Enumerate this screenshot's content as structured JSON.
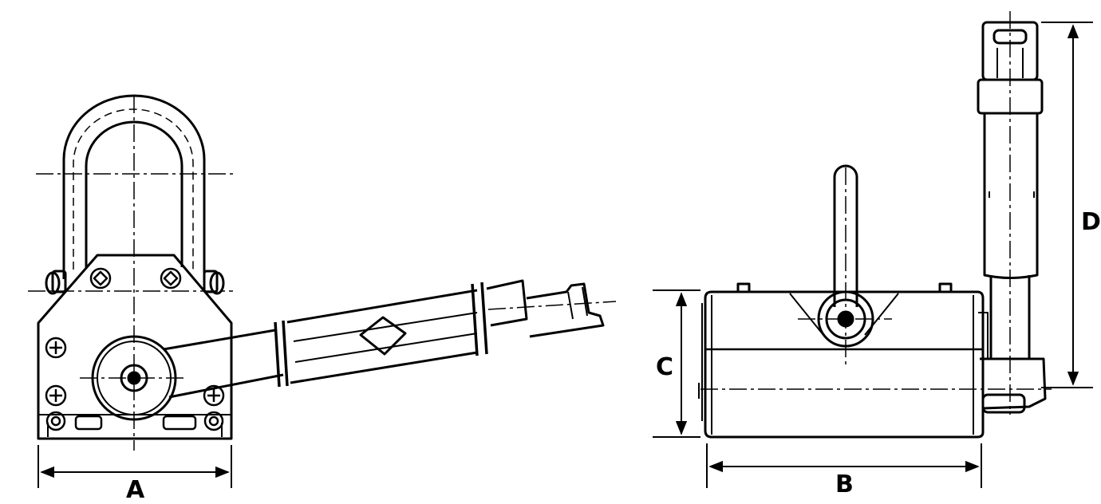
{
  "dimensions": {
    "a": "A",
    "b": "B",
    "c": "C",
    "d": "D"
  },
  "colors": {
    "ink": "#000000",
    "background": "#ffffff"
  }
}
